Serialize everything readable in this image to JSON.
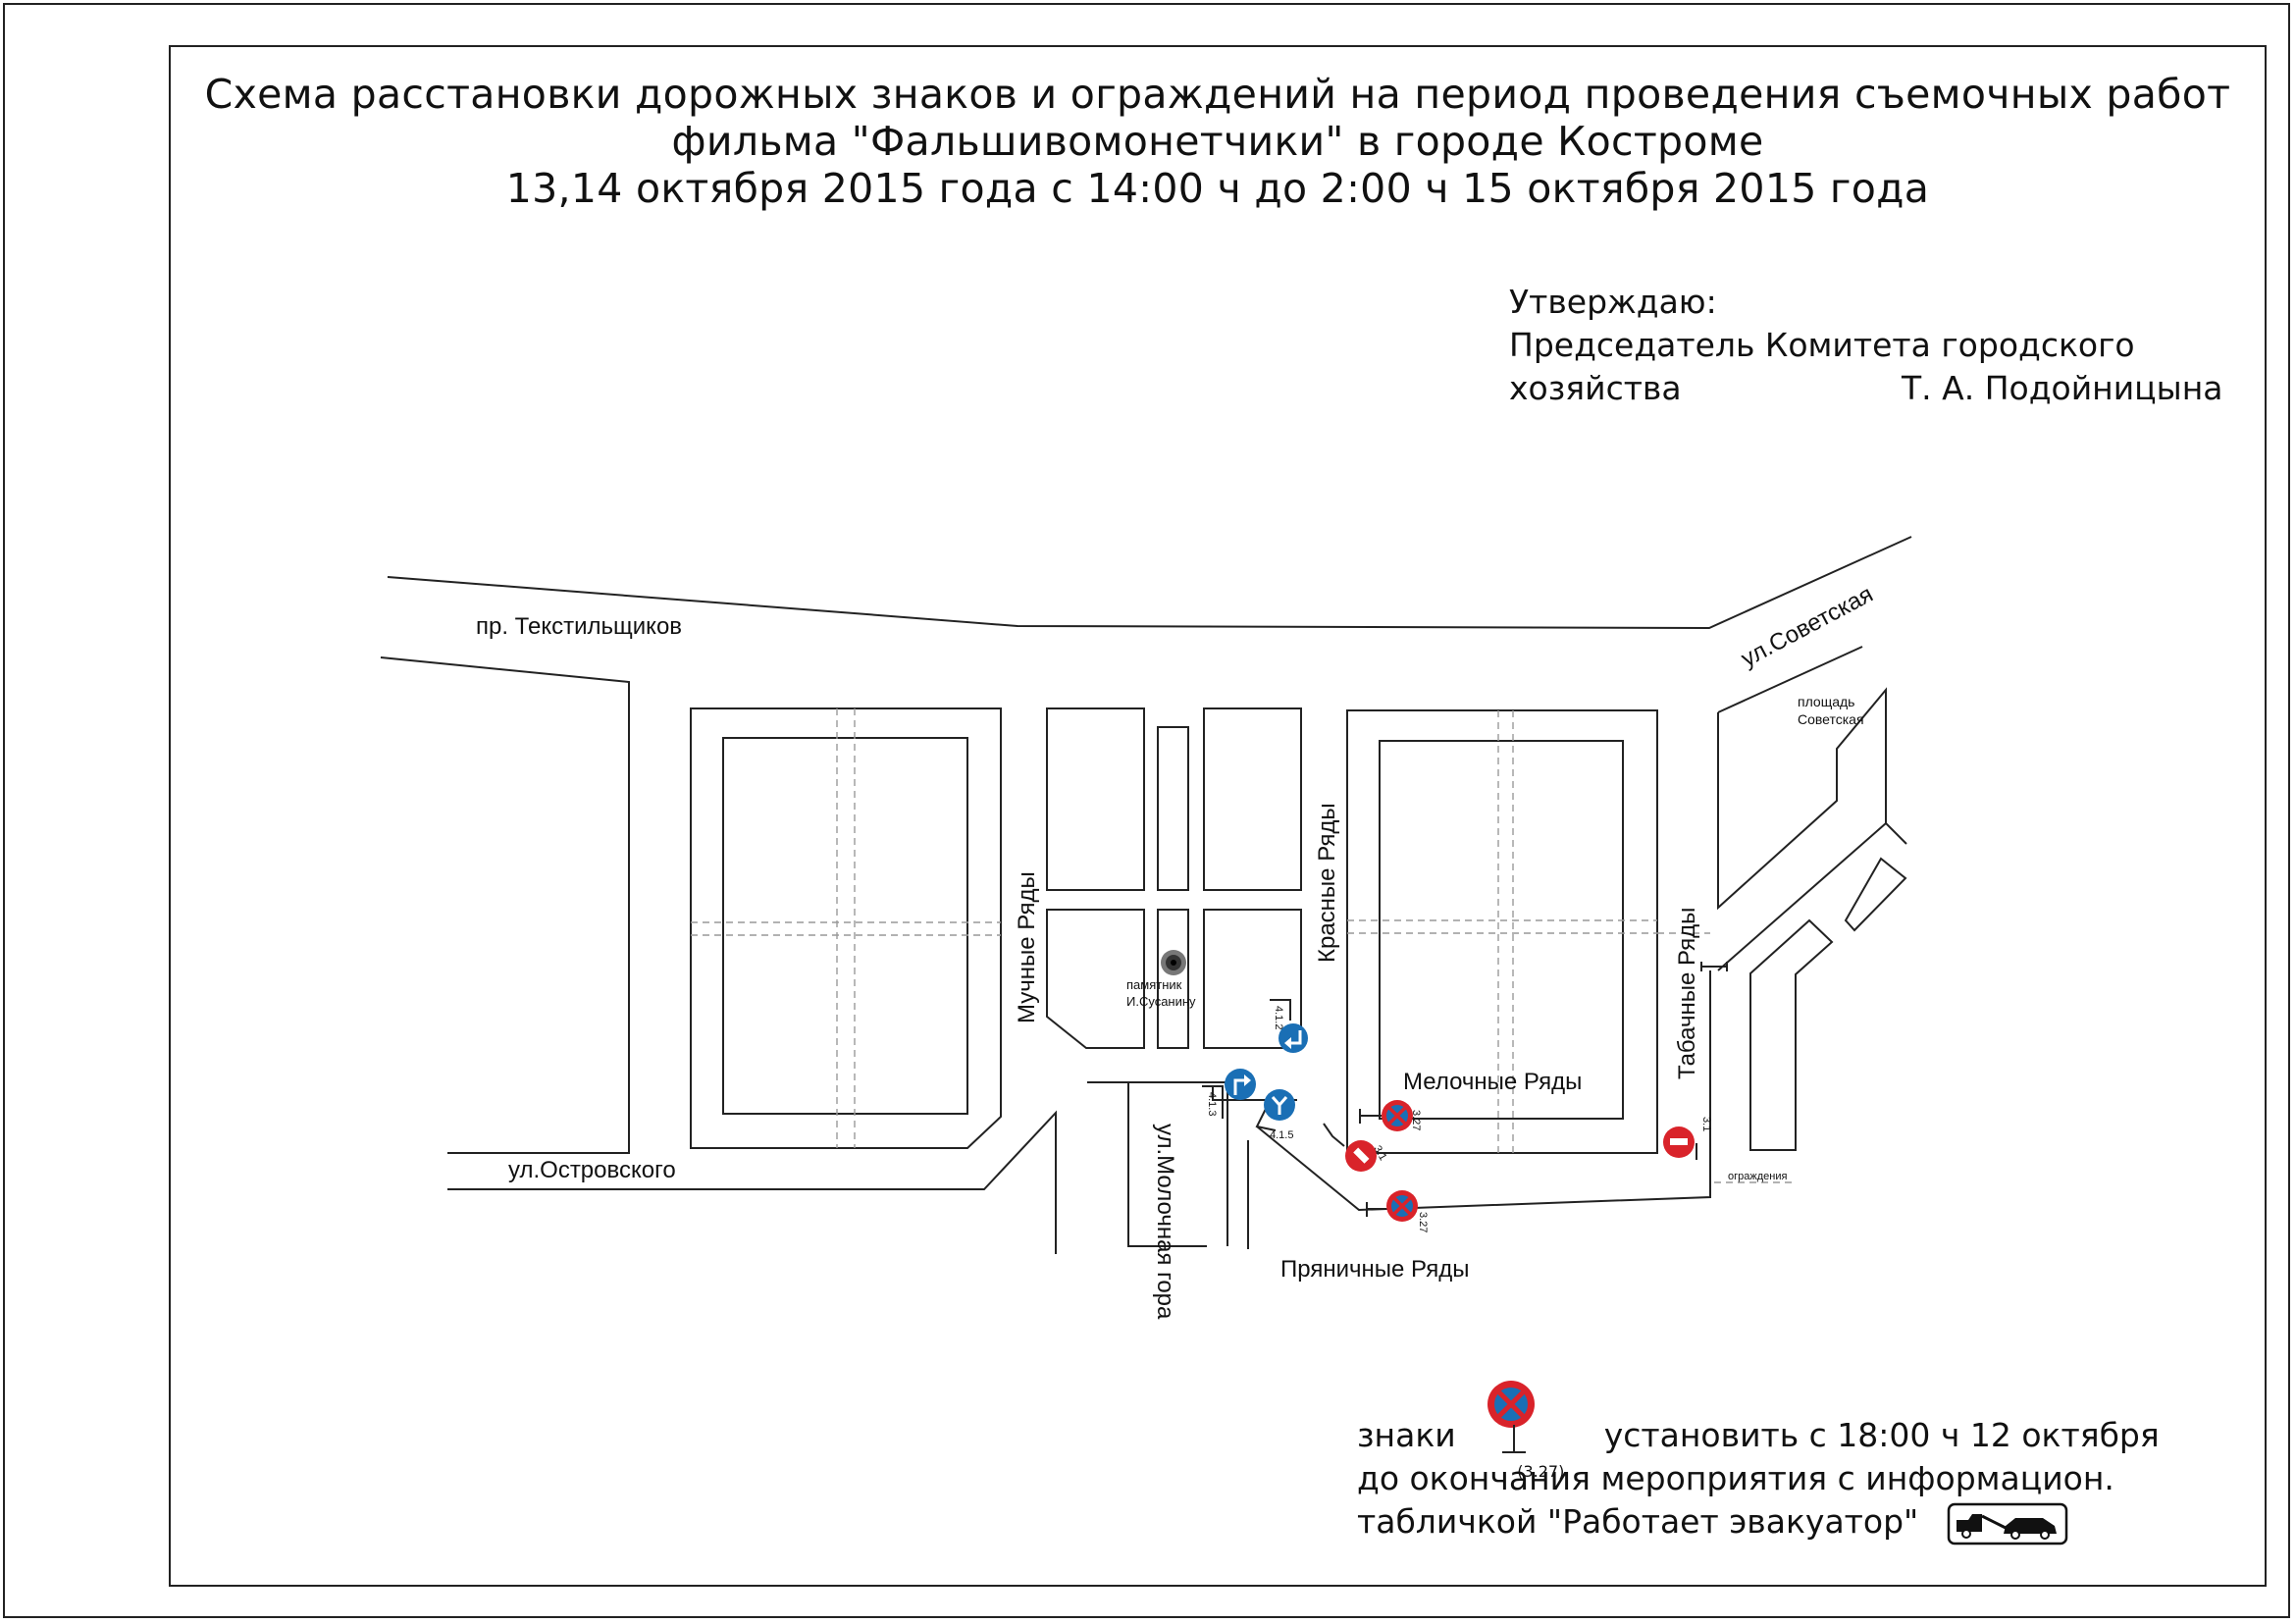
{
  "title": {
    "line1": "Схема расстановки дорожных знаков и ограждений на период проведения съемочных работ",
    "line2": "фильма \"Фальшивомонетчики\" в городе Костроме",
    "line3": "13,14 октября 2015 года с 14:00 ч до 2:00 ч 15 октября 2015 года"
  },
  "approval": {
    "line1": "Утверждаю:",
    "line2": "Председатель Комитета городского",
    "line3": "хозяйства",
    "name": "Т. А. Подойницына"
  },
  "streets": {
    "tekstilshchikov": "пр. Текстильщиков",
    "sovetskaya": "ул.Советская",
    "ploshchad_1": "площадь",
    "ploshchad_2": "Советская",
    "muchnye": "Мучные Ряды",
    "krasnye": "Красные Ряды",
    "tabachnye": "Табачные Ряды",
    "melochnye": "Мелочные Ряды",
    "ostrovskogo": "ул.Островского",
    "molochnaya": "ул.Молочная гора",
    "pryanichnye": "Пряничные Ряды"
  },
  "monument": {
    "line1": "памятник",
    "line2": "И.Сусанину"
  },
  "signs": {
    "s412": "4.1.2",
    "s413": "4.1.3",
    "s415": "4.1.5",
    "s327": "3.27",
    "s31": "3.1",
    "fence": "ограждения"
  },
  "legend": {
    "prefix": "знаки",
    "sign_code": "(3.27)",
    "text1": "установить с 18:00 ч 12 октября",
    "text2": "до окончания мероприятия с информацион.",
    "text3": "табличкой \"Работает эвакуатор\""
  },
  "colors": {
    "sign_blue": "#1a6fb5",
    "sign_red": "#d9232a",
    "line": "#222222"
  },
  "icons": [
    "no-stopping-sign-icon",
    "no-entry-sign-icon",
    "mandatory-direction-sign-icon",
    "tow-truck-icon",
    "monument-icon"
  ]
}
